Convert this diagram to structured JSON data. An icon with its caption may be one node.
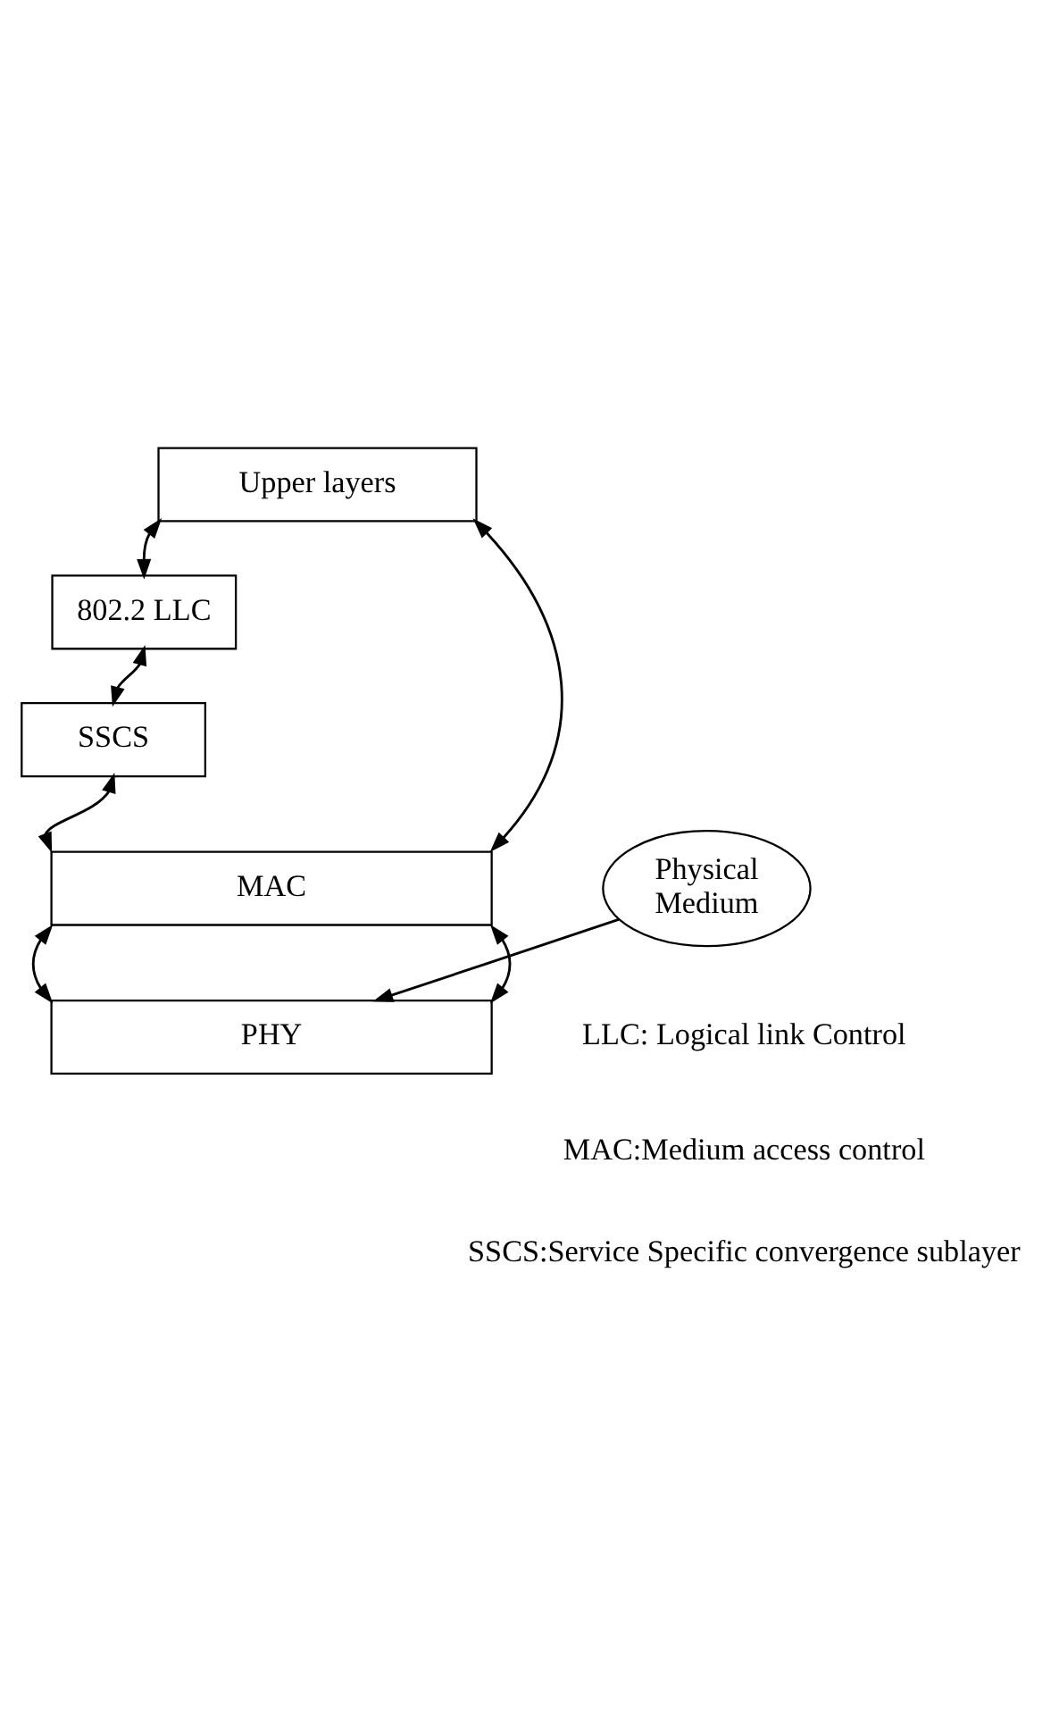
{
  "diagram": {
    "nodes": [
      {
        "text": [
          "Upper layers"
        ]
      },
      {
        "text": [
          "802.2 LLC"
        ]
      },
      {
        "text": [
          "SSCS"
        ]
      },
      {
        "text": [
          "MAC"
        ]
      },
      {
        "text": [
          "PHY"
        ]
      },
      {
        "text": [
          "Physical Medium"
        ]
      }
    ],
    "edges": [
      {
        "from": 0,
        "to": 1,
        "arrow": "both"
      },
      {
        "from": 1,
        "to": 2,
        "arrow": "both"
      },
      {
        "from": 2,
        "to": 3,
        "arrow": "both"
      },
      {
        "from": 0,
        "to": 3,
        "arrow": "both"
      },
      {
        "from": 3,
        "to": 4,
        "arrow": "both"
      },
      {
        "from": 3,
        "to": 4,
        "arrow": "both"
      },
      {
        "from": 5,
        "to": 4,
        "arrow": "to"
      }
    ],
    "labels": [
      "LLC: Logical link Control",
      "MAC:Medium access control",
      "SSCS:Service Specific convergence sublayer"
    ]
  }
}
